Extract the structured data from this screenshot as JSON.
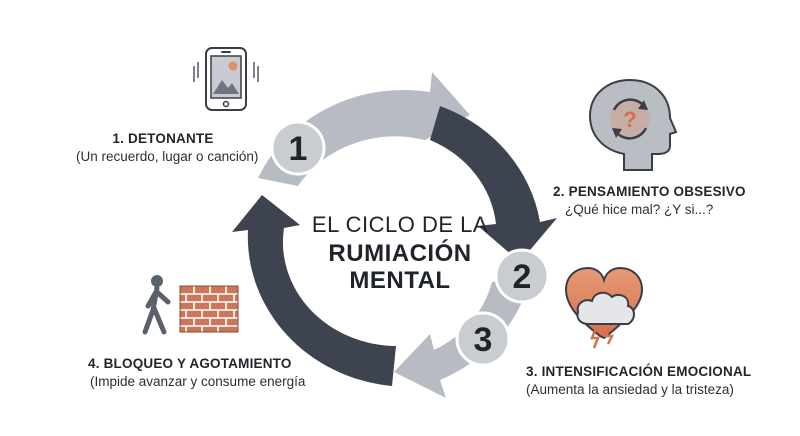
{
  "title": {
    "line1": "EL CICLO DE LA",
    "line2": "RUMIACIÓN",
    "line3": "MENTAL"
  },
  "steps": [
    {
      "number": "1",
      "title": "1. DETONANTE",
      "subtitle": "(Un recuerdo, lugar o canción)",
      "icon": "smartphone-icon"
    },
    {
      "number": "2",
      "title": "2. PENSAMIENTO OBSESIVO",
      "subtitle": "¿Qué hice mal? ¿Y si...?",
      "icon": "head-question-icon"
    },
    {
      "number": "3",
      "title": "3. INTENSIFICACIÓN EMOCIONAL",
      "subtitle": "(Aumenta la ansiedad y la tristeza)",
      "icon": "heart-storm-icon"
    },
    {
      "number": "4",
      "title": "4. BLOQUEO Y AGOTAMIENTO",
      "subtitle": "(Impide avanzar y consume energía",
      "icon": "person-wall-icon"
    }
  ],
  "colors": {
    "dark_arrow": "#3d4450",
    "light_arrow": "#b7bcc4",
    "badge_fill": "#c9ccd1",
    "accent_orange": "#d9835f",
    "text": "#22262c"
  }
}
